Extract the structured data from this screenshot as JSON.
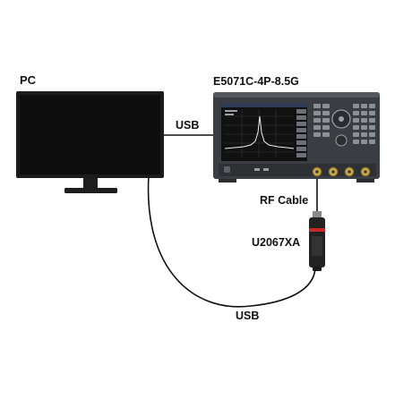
{
  "labels": {
    "pc": "PC",
    "analyzer_model": "E5071C-4P-8.5G",
    "usb_pc_analyzer": "USB",
    "rf_cable": "RF Cable",
    "sensor_model": "U2067XA",
    "usb_pc_sensor": "USB"
  },
  "colors": {
    "monitor_body": "#1b1b1b",
    "analyzer_body": "#3a3d42",
    "analyzer_screen": "#111111",
    "trace": "#f2f2f2",
    "cable": "#111111",
    "sensor_body": "#222222",
    "sensor_accent": "#c62828",
    "label_text": "#111111"
  },
  "icons": {
    "pc": "monitor-icon",
    "analyzer": "network-analyzer-icon",
    "sensor": "power-sensor-icon"
  }
}
